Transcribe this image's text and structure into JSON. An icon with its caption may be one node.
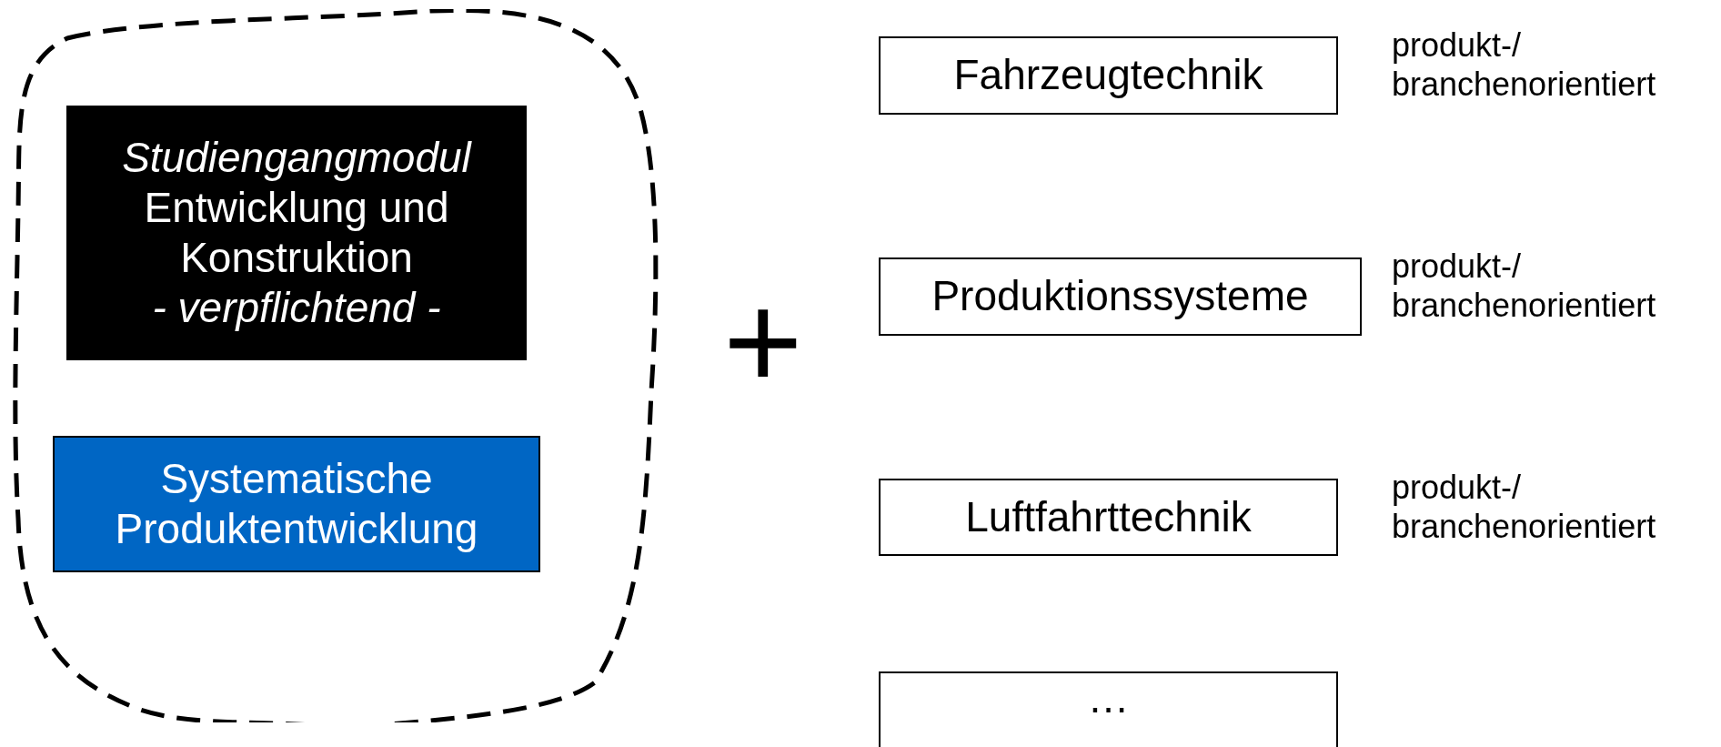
{
  "diagram": {
    "nodes": [
      {
        "text": [],
        "shape": "cloud"
      },
      {
        "text": [
          "Studiengangmodul",
          "Entwicklung und Konstruktion",
          "- verpflichtend -"
        ],
        "in": 0
      },
      {
        "text": [
          "Systematische Produktentwicklung"
        ],
        "in": 0
      },
      {
        "text": [
          "Fahrzeugtechnik"
        ],
        "beside": [
          "produkt-/ branchenorientiert"
        ]
      },
      {
        "text": [
          "Produktionssysteme"
        ],
        "beside": [
          "produkt-/ branchenorientiert"
        ]
      },
      {
        "text": [
          "Luftfahrttechnik"
        ],
        "beside": [
          "produkt-/ branchenorientiert"
        ]
      },
      {
        "text": [
          "…"
        ]
      }
    ],
    "edges": [],
    "labels": [
      "+"
    ]
  }
}
